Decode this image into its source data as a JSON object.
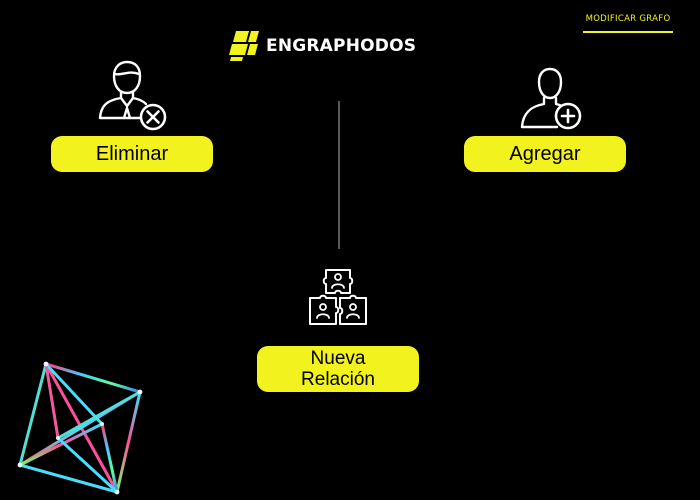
{
  "header": {
    "brand_name": "ENGRAPHODOS",
    "top_link": "MODIFICAR GRAFO"
  },
  "actions": {
    "eliminar_label": "Eliminar",
    "agregar_label": "Agregar",
    "nueva_relacion_line1": "Nueva",
    "nueva_relacion_line2": "Relación"
  },
  "icons": {
    "brand": "brand-logo-icon",
    "eliminar": "user-remove-icon",
    "agregar": "user-add-icon",
    "nueva_relacion": "puzzle-people-icon",
    "decoration": "polyhedron-icon"
  },
  "colors": {
    "background": "#000000",
    "accent": "#f2f21e",
    "text": "#ffffff",
    "button_text": "#000000"
  }
}
